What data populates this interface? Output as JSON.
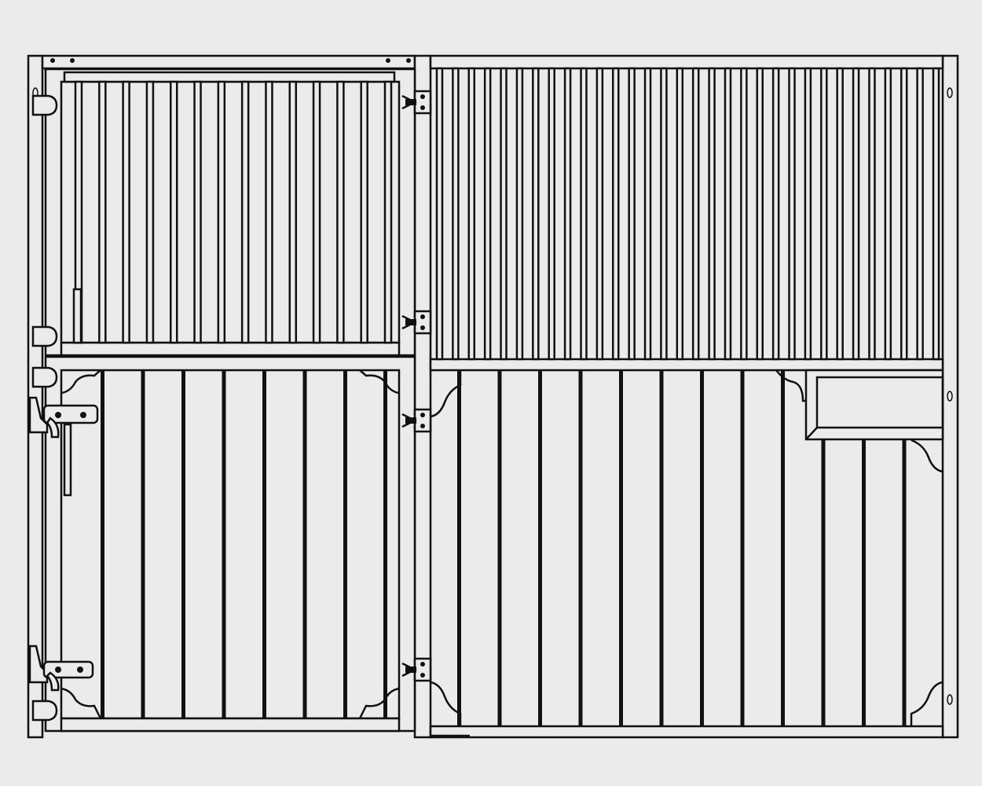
{
  "diagram": {
    "subject": "horse-stall-front-with-dutch-door",
    "background": "#ebebeb",
    "line_color": "#111111",
    "door": {
      "upper_grille_bar_count": 14,
      "lower_board_bar_count": 7,
      "hinge_count": 4,
      "latch_count": 2
    },
    "side_panel": {
      "upper_grille_bar_count": 32,
      "lower_board_bar_count": 12,
      "feeder_window": true
    }
  }
}
